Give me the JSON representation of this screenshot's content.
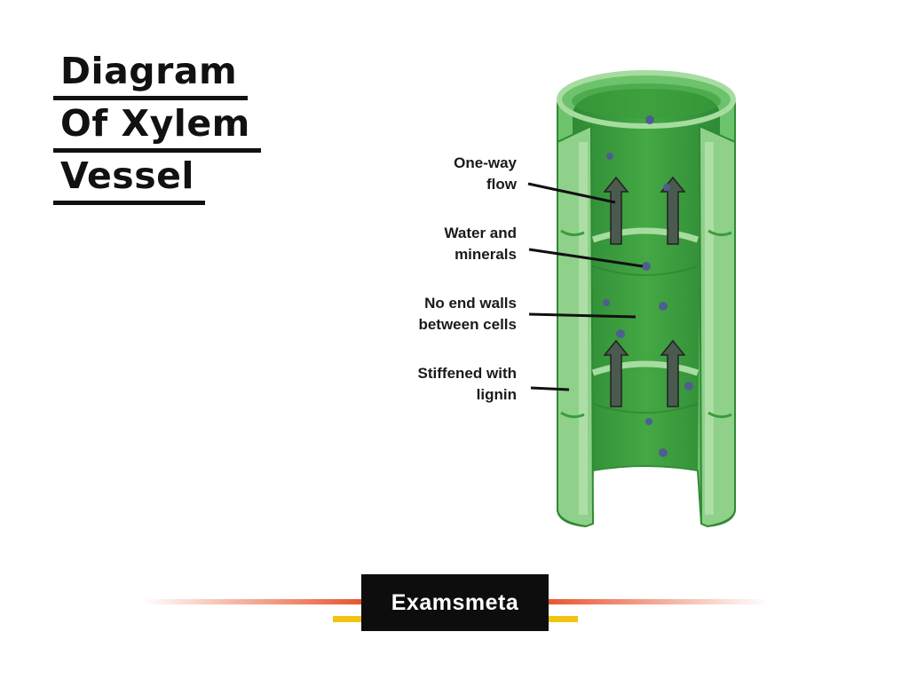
{
  "title": {
    "line1": "Diagram",
    "line2": "Of Xylem",
    "line3": "Vessel"
  },
  "labels": {
    "one_way_flow": [
      "One-way",
      "flow"
    ],
    "water_minerals": [
      "Water and",
      "minerals"
    ],
    "no_end_walls": [
      "No end walls",
      "between cells"
    ],
    "stiffened_lignin": [
      "Stiffened with",
      "lignin"
    ]
  },
  "brand": "Examsmeta",
  "colors": {
    "vessel_outer": "#6cc36c",
    "vessel_inner": "#3a9d3a",
    "vessel_light": "#a7dca0",
    "arrow": "#4b5a4f",
    "particle": "#4f5e8f",
    "footer_red": "#e8542e",
    "footer_yellow": "#f1c40f"
  }
}
